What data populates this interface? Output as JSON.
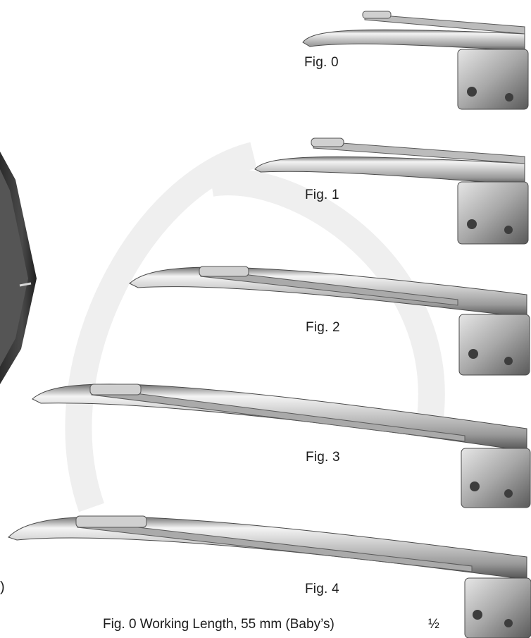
{
  "figures": [
    {
      "label": "Fig. 0"
    },
    {
      "label": "Fig. 1"
    },
    {
      "label": "Fig. 2"
    },
    {
      "label": "Fig. 3"
    },
    {
      "label": "Fig. 4"
    }
  ],
  "caption": "Fig. 0 Working Length, 55 mm (Baby’s)",
  "scale": "½",
  "edge_fragment": ")",
  "colors": {
    "steel_light": "#f2f2f2",
    "steel_mid": "#bdbdbd",
    "steel_dark": "#5e5e5e",
    "case_dark": "#3a3a3a",
    "watermark": "#eeeeee"
  }
}
